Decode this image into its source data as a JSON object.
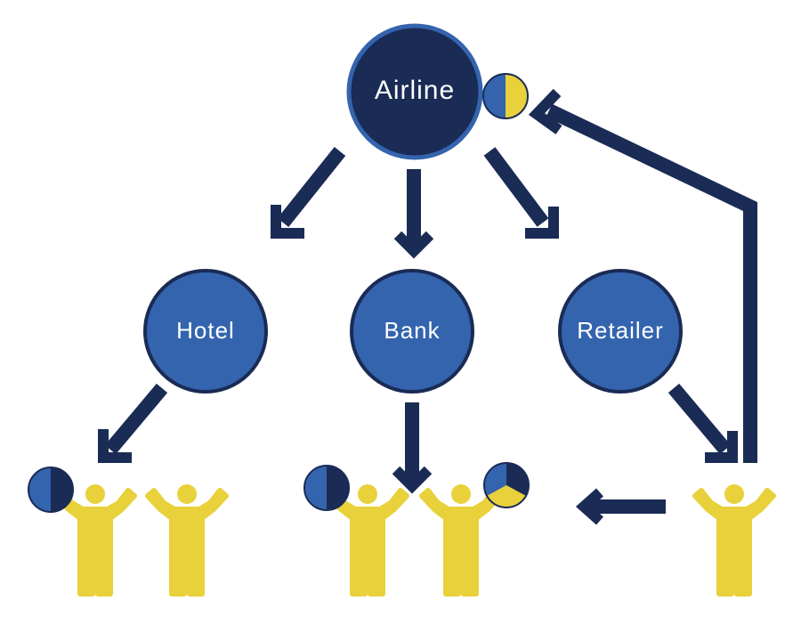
{
  "colors": {
    "dark_navy": "#1a2b55",
    "blue": "#3464ae",
    "yellow": "#e8d13a",
    "white": "#ffffff"
  },
  "nodes": {
    "airline": {
      "label": "Airline"
    },
    "hotel": {
      "label": "Hotel"
    },
    "bank": {
      "label": "Bank"
    },
    "retailer": {
      "label": "Retailer"
    }
  },
  "icons": {
    "person": "person-icon",
    "share_pie": "share-pie-icon",
    "arrow": "arrow-icon"
  }
}
